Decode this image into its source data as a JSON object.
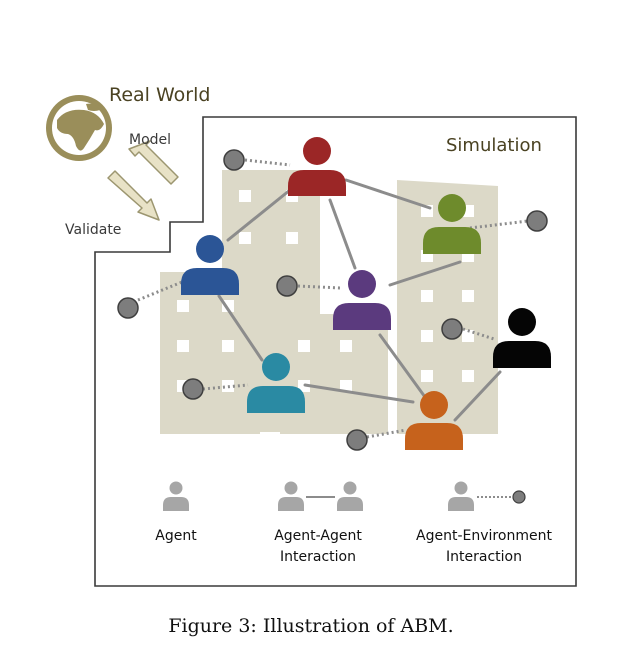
{
  "real_world": {
    "title": "Real World",
    "model_label": "Model",
    "validate_label": "Validate"
  },
  "simulation": {
    "title": "Simulation"
  },
  "legend": {
    "agent": "Agent",
    "agent_agent_line1": "Agent-Agent",
    "agent_agent_line2": "Interaction",
    "agent_env_line1": "Agent-Environment",
    "agent_env_line2": "Interaction"
  },
  "caption": "Figure 3: Illustration of ABM.",
  "colors": {
    "frame": "#3a3a3a",
    "building": "#dcd9c8",
    "globe": "#9a8e5a",
    "arrow_fill": "#e8e2c6",
    "arrow_stroke": "#9c9670",
    "title_text": "#4a4222",
    "link": "#8c8c8c",
    "env_node": "#7d7d7d",
    "agent_red": "#9b2626",
    "agent_green": "#6e8b2c",
    "agent_blue": "#2b5596",
    "agent_purple": "#5b3a7e",
    "agent_black": "#050505",
    "agent_teal": "#2a8aa3",
    "agent_orange": "#c6621c",
    "legend_icon": "#a6a6a6"
  }
}
